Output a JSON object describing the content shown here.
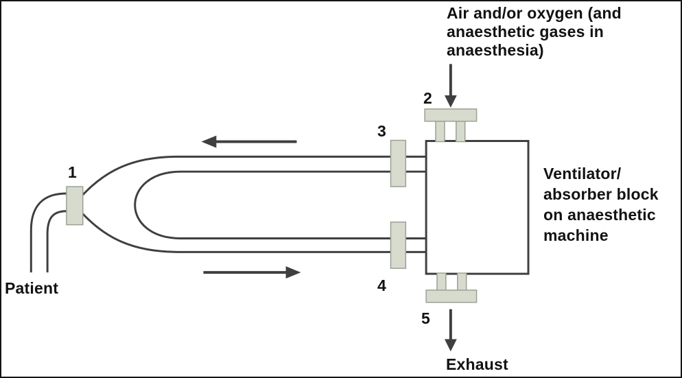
{
  "diagram": {
    "labels": {
      "gas_supply": "Air and/or oxygen (and\nanaesthetic gases in\nanaesthesia)",
      "ventilator_block": "Ventilator/\nabsorber block\non anaesthetic\nmachine",
      "patient": "Patient",
      "exhaust": "Exhaust",
      "n1": "1",
      "n2": "2",
      "n3": "3",
      "n4": "4",
      "n5": "5"
    },
    "colors": {
      "line": "#3f3f3f",
      "arrow": "#3f3f3f",
      "connector_fill": "#d7dbcd",
      "connector_stroke": "#9aa093",
      "box_fill": "#ffffff",
      "text": "#121212"
    }
  }
}
